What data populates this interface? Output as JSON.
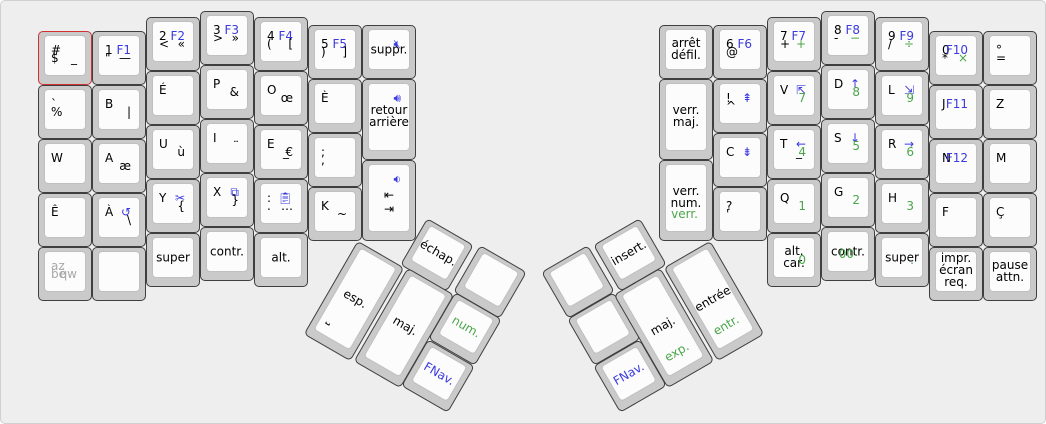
{
  "colors": {
    "background": "#eeeeee",
    "key": "#cacaca",
    "cap": "#fcfcfc",
    "selected_outline": "#d03030",
    "fn_legend": "#3a3ae0",
    "num_legend": "#4aa64a",
    "muted_legend": "#a8a8a8"
  },
  "keys": {
    "hash": {
      "tl": "#",
      "bl": "$",
      "br": "_"
    },
    "one": {
      "tl": "1",
      "tr": "F1",
      "bl": "\"",
      "br": "—"
    },
    "two": {
      "tl": "2",
      "tr": "F2",
      "bl": "<",
      "br": "«"
    },
    "three": {
      "tl": "3",
      "tr": "F3",
      "bl": ">",
      "br": "»"
    },
    "four": {
      "tl": "4",
      "tr": "F4",
      "bl": "(",
      "br": "["
    },
    "five": {
      "tl": "5",
      "tr": "F5",
      "bl": ")",
      "br": "]"
    },
    "suppr": {
      "label": "suppr.",
      "icon": "mute-icon"
    },
    "grave": {
      "tl": "`",
      "bl": "%"
    },
    "b": {
      "tl": "B",
      "br": "|"
    },
    "e_acute": {
      "tl": "É"
    },
    "p": {
      "tl": "P",
      "br": "&"
    },
    "o": {
      "tl": "O",
      "br": "œ"
    },
    "e_grave": {
      "tl": "È"
    },
    "backspace": {
      "label": "retour arrière",
      "icon": "volume-up-icon"
    },
    "w": {
      "tl": "W"
    },
    "a": {
      "tl": "A",
      "br": "æ"
    },
    "u": {
      "tl": "U",
      "br": "ù"
    },
    "i": {
      "tl": "I",
      "br": "¨"
    },
    "e": {
      "tl": "E",
      "bl": "_",
      "br": "€"
    },
    "semicolon": {
      "tl": ";",
      "bl": ","
    },
    "tab": {
      "tl": "⇤",
      "bl": "⇥",
      "icon": "volume-down-icon"
    },
    "e_circ": {
      "tl": "Ê"
    },
    "a_grave": {
      "tl": "À",
      "icon": "undo-icon",
      "br": "\\"
    },
    "y": {
      "tl": "Y",
      "icon": "scissors-icon",
      "br": "{"
    },
    "x": {
      "tl": "X",
      "icon": "copy-icon",
      "br": "}"
    },
    "colon": {
      "tl": ":",
      "icon": "paste-icon",
      "bl": ".",
      "br": "…"
    },
    "k": {
      "tl": "K",
      "br": "~"
    },
    "layout": {
      "tl": "az",
      "bl": "bé",
      "br": "qw"
    },
    "blank_left": {},
    "super_left": {
      "label": "super"
    },
    "ctrl_left": {
      "label": "contr."
    },
    "alt_left": {
      "label": "alt."
    },
    "echap": {
      "label": "échap."
    },
    "thumb_left_blank": {},
    "space": {
      "label": "esp.",
      "sub": "⎵"
    },
    "shift_left": {
      "label": "maj."
    },
    "num": {
      "label": "num."
    },
    "fnav_left": {
      "label": "FNav."
    },
    "scroll": {
      "label": "arrêt défil."
    },
    "six": {
      "tl": "6",
      "tr": "F6",
      "bl": "@"
    },
    "seven": {
      "tl": "7",
      "tr": "F7",
      "bl": "+",
      "br": "+"
    },
    "eight": {
      "tl": "8",
      "tr": "F8",
      "bl": "-",
      "br": "−"
    },
    "nine": {
      "tl": "9",
      "tr": "F9",
      "bl": "/",
      "br": "÷"
    },
    "zero": {
      "tl": "0",
      "tr": "F10",
      "bl": "*",
      "br": "×"
    },
    "degree": {
      "tl": "°",
      "bl": "="
    },
    "caps": {
      "label": "verr. maj."
    },
    "excl": {
      "tl": "!",
      "tr": "⇞",
      "bl": "^"
    },
    "v": {
      "tl": "V",
      "tr": "⇱",
      "br": "7"
    },
    "d": {
      "tl": "D",
      "tr": "↑",
      "br": "8"
    },
    "l": {
      "tl": "L",
      "tr": "⇲",
      "br": "9"
    },
    "j": {
      "tl": "J",
      "tr": "F11"
    },
    "z": {
      "tl": "Z"
    },
    "c": {
      "tl": "C",
      "tr": "⇟"
    },
    "t": {
      "tl": "T",
      "tr": "←",
      "bl": "_",
      "br": "4"
    },
    "s": {
      "tl": "S",
      "tr": "↓",
      "br": "5"
    },
    "r": {
      "tl": "R",
      "tr": "→",
      "br": "6"
    },
    "n": {
      "tl": "N",
      "tr": "F12"
    },
    "m": {
      "tl": "M"
    },
    "numlock": {
      "label": "verr. num.",
      "sub": "verr."
    },
    "question": {
      "tl": "?",
      "bl": "'"
    },
    "q": {
      "tl": "Q",
      "br": "1"
    },
    "g": {
      "tl": "G",
      "br": "2"
    },
    "h": {
      "tl": "H",
      "br": "3"
    },
    "f": {
      "tl": "F"
    },
    "c_cedil": {
      "tl": "Ç"
    },
    "altgr": {
      "label": "alt. car.",
      "sub": "0"
    },
    "ctrl_right": {
      "label": "contr.",
      "sub": "00"
    },
    "super_right": {
      "label": "super",
      "sub": "."
    },
    "print": {
      "label": "impr. écran req."
    },
    "pause": {
      "label": "pause attn."
    },
    "thumb_right_blank_top": {},
    "insert": {
      "label": "insert."
    },
    "thumb_right_blank_bottom": {},
    "shift_right": {
      "label": "maj.",
      "sub": "exp."
    },
    "enter": {
      "label": "entrée",
      "sub": "entr."
    },
    "fnav_right": {
      "label": "FNav."
    }
  }
}
